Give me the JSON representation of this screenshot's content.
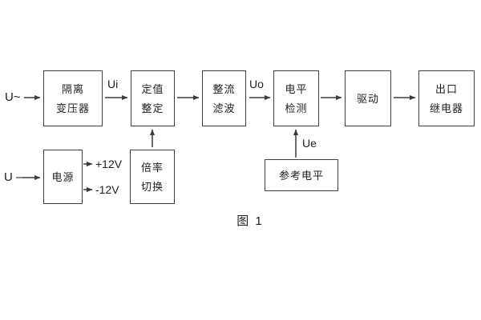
{
  "page": {
    "background": "#ffffff",
    "line_color": "#3a3a3a",
    "text_color": "#1e1e1e"
  },
  "diagram": {
    "caption": "图 1",
    "inputs": {
      "ac_label": "U~",
      "dc_label": "U –"
    },
    "signal_labels": {
      "ui": "Ui",
      "uo": "Uo",
      "ue": "Ue",
      "plus_12v": "+12V",
      "minus_12v": "-12V"
    },
    "blocks": {
      "isolation_transformer": {
        "line1": "隔离",
        "line2": "变压器"
      },
      "setting_adjustment": {
        "line1": "定值",
        "line2": "整定"
      },
      "rectifier_filter": {
        "line1": "整流",
        "line2": "滤波"
      },
      "level_detection": {
        "line1": "电平",
        "line2": "检测"
      },
      "driver": {
        "line1": "驱动"
      },
      "output_relay": {
        "line1": "出口",
        "line2": "继电器"
      },
      "power_supply": {
        "line1": "电源"
      },
      "ratio_switching": {
        "line1": "倍率",
        "line2": "切换"
      },
      "reference_level": {
        "line1": "参考电平"
      }
    }
  }
}
